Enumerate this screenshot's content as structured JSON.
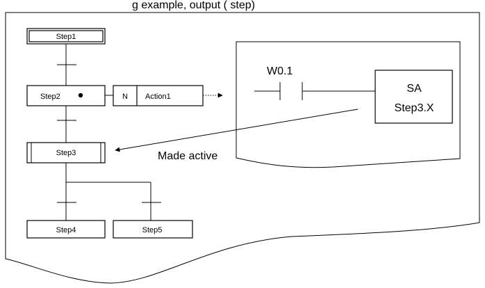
{
  "header_fragment": "g example, output (       step)",
  "steps": {
    "step1": "Step1",
    "step2": "Step2",
    "step3": "Step3",
    "step4": "Step4",
    "step5": "Step5"
  },
  "action": {
    "qualifier": "N",
    "name": "Action1"
  },
  "ladder": {
    "contact_label": "W0.1",
    "coil_line1": "SA",
    "coil_line2": "Step3.X"
  },
  "note": "Made active"
}
